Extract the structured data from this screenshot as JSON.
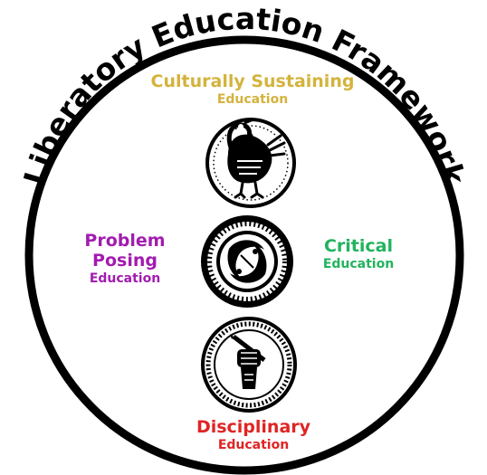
{
  "framework_title": "Liberatory Education Framework",
  "labels": {
    "culturally_sustaining": {
      "main": "Culturally Sustaining",
      "sub": "Education"
    },
    "problem_posing": {
      "main_line1": "Problem",
      "main_line2": "Posing",
      "sub": "Education"
    },
    "critical": {
      "main": "Critical",
      "sub": "Education"
    },
    "disciplinary": {
      "main": "Disciplinary",
      "sub": "Education"
    }
  },
  "colors": {
    "ring": "#000000",
    "culturally_sustaining": "#D4B33C",
    "problem_posing": "#A21CAF",
    "critical": "#22B35E",
    "disciplinary": "#E02424"
  },
  "icons": {
    "top": "sankofa-bird-icon",
    "middle": "intertwined-birds-icon",
    "bottom": "raised-fist-pencil-icon"
  }
}
